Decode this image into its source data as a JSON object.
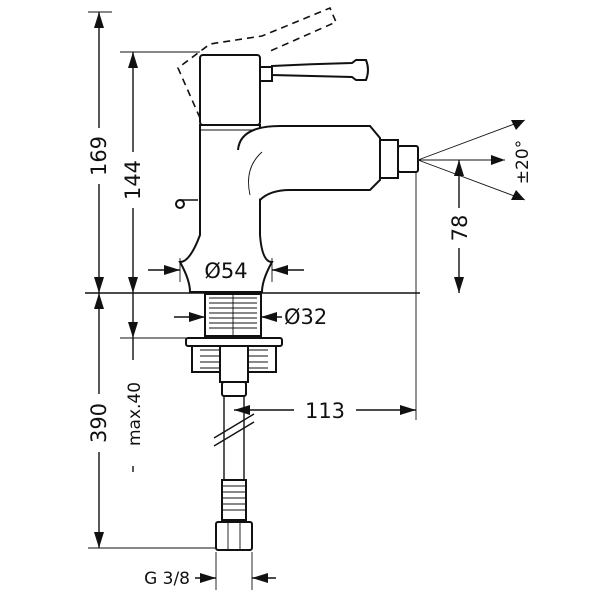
{
  "dimensions": {
    "total_height": "169",
    "lever_height": "144",
    "spout_height": "78",
    "spray_angle": "±20°",
    "body_diameter": "Ø54",
    "shank_diameter": "Ø32",
    "below_counter": "390",
    "max_counter": "max.40",
    "spout_reach": "113",
    "connection": "G 3/8"
  }
}
